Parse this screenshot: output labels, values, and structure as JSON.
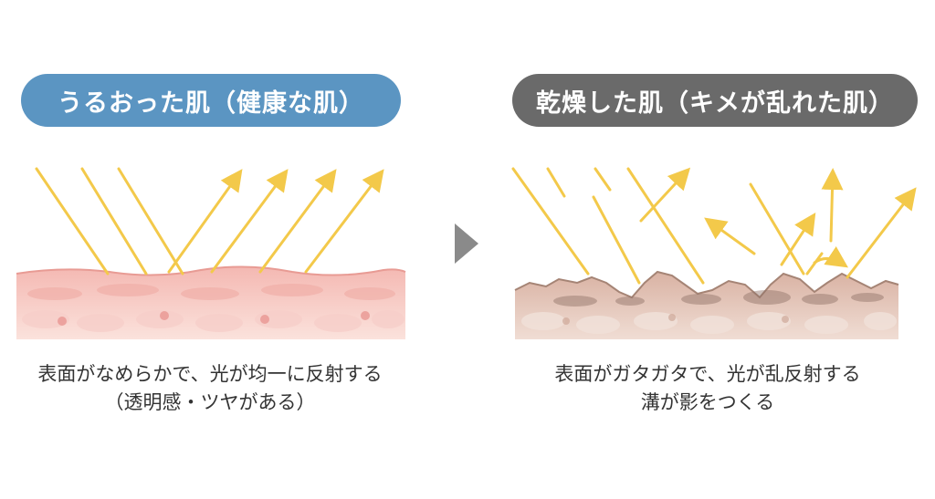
{
  "left": {
    "title": "うるおった肌（健康な肌）",
    "caption_line1": "表面がなめらかで、光が均一に反射する",
    "caption_line2": "（透明感・ツヤがある）",
    "pill_color": "#5b95c2",
    "skin_color": "#f3c3bd"
  },
  "right": {
    "title": "乾燥した肌（キメが乱れた肌）",
    "caption_line1": "表面がガタガタで、光が乱反射する",
    "caption_line2": "溝が影をつくる",
    "pill_color": "#6a6a6a",
    "skin_color": "#e2c2b3"
  },
  "divider_icon": "chevron-right-icon",
  "ray_color": "#f3c94a"
}
